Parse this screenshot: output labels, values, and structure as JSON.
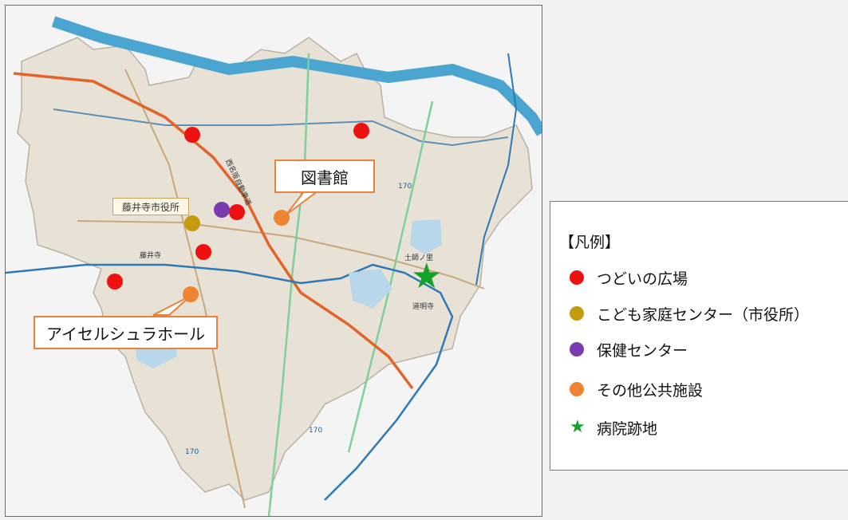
{
  "map": {
    "city_hall_label": "藤井寺市役所",
    "road_labels": {
      "expressway": "西名阪自動車道",
      "route_170_a": "170",
      "route_170_b": "170",
      "route_170_c": "170"
    },
    "station_labels": {
      "fujiidera": "藤井寺",
      "domyoji": "道明寺",
      "doumyoji_area": "土師ノ里"
    },
    "callouts": {
      "library": "図書館",
      "aisel_hall": "アイセルシュラホール"
    },
    "markers": [
      {
        "category": "tsudoi",
        "label": "つどいの広場"
      },
      {
        "category": "tsudoi",
        "label": "つどいの広場"
      },
      {
        "category": "tsudoi",
        "label": "つどいの広場"
      },
      {
        "category": "tsudoi",
        "label": "つどいの広場"
      },
      {
        "category": "tsudoi",
        "label": "つどいの広場"
      },
      {
        "category": "kodomo",
        "label": "こども家庭センター（市役所）"
      },
      {
        "category": "hoken",
        "label": "保健センター"
      },
      {
        "category": "other",
        "label": "図書館"
      },
      {
        "category": "other",
        "label": "アイセルシュラホール"
      },
      {
        "category": "hospital",
        "label": "病院跡地"
      }
    ]
  },
  "legend": {
    "title": "【凡例】",
    "items": [
      {
        "label": "つどいの広場",
        "color": "#ee1111"
      },
      {
        "label": "こども家庭センター（市役所）",
        "color": "#c49a0f"
      },
      {
        "label": "保健センター",
        "color": "#7a3bb0"
      },
      {
        "label": "その他公共施設",
        "color": "#ee8433"
      },
      {
        "label": "病院跡地",
        "color": "#16a12a",
        "icon": "star-icon"
      }
    ]
  },
  "colors": {
    "city_fill": "#e8e2d6",
    "river": "#4aa6d0",
    "expressway": "#e2642a",
    "rail": "#2f79b7",
    "road_green": "#7fcf9a",
    "road_tan": "#c9a77c"
  }
}
